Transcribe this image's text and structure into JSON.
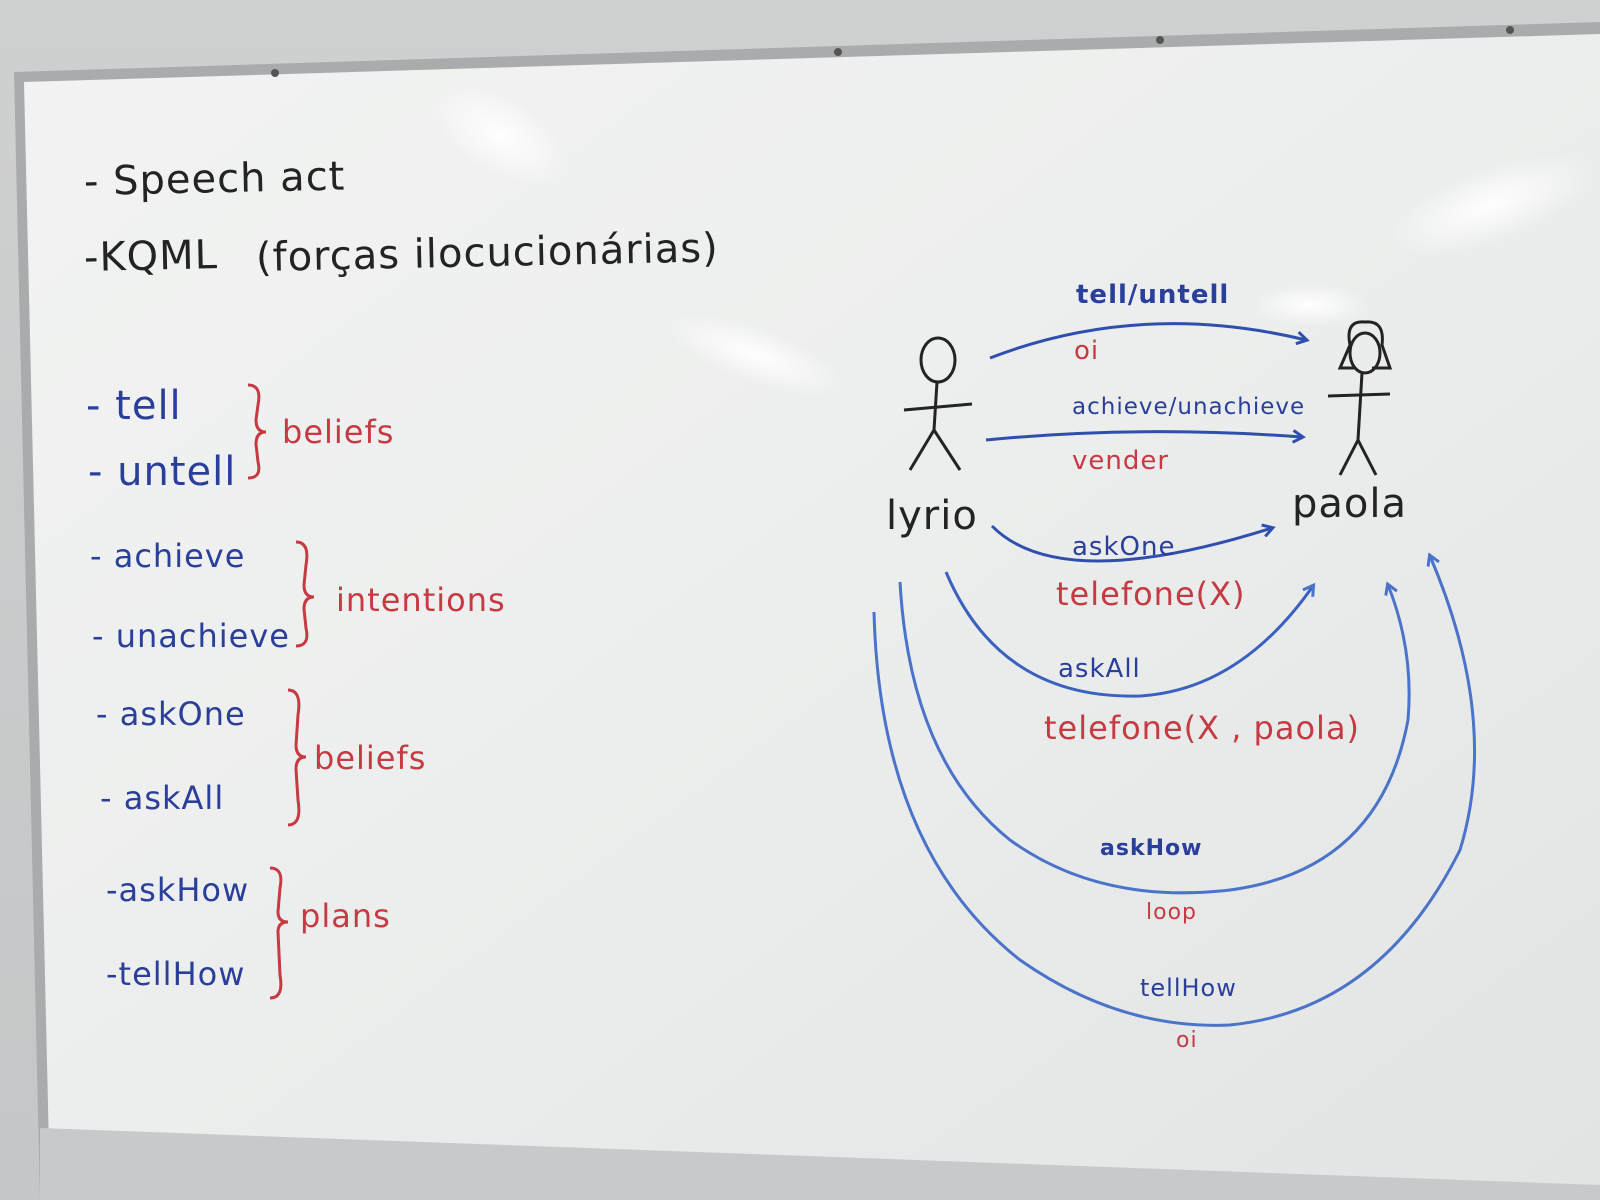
{
  "colors": {
    "black_marker": "#232326",
    "blue_marker": "#2a3f9a",
    "red_marker": "#c53a43",
    "board": "#eef0ef",
    "frame": "#a9abad"
  },
  "header": {
    "speech_act": "- Speech act",
    "kqml": "-KQML",
    "kqml_note": "(forças ilocucionárias)"
  },
  "groups": [
    {
      "items": [
        "- tell",
        "- untell"
      ],
      "label": "beliefs"
    },
    {
      "items": [
        "- achieve",
        "- unachieve"
      ],
      "label": "intentions"
    },
    {
      "items": [
        "- askOne",
        "- askAll"
      ],
      "label": "beliefs"
    },
    {
      "items": [
        "-askHow",
        "-tellHow"
      ],
      "label": "plans"
    }
  ],
  "diagram": {
    "agent_left": "lyrio",
    "agent_right": "paola",
    "messages": [
      {
        "performative": "tell/untell",
        "content": "oi"
      },
      {
        "performative": "achieve/unachieve",
        "content": "vender"
      },
      {
        "performative": "askOne",
        "content": "telefone(X)"
      },
      {
        "performative": "askAll",
        "content": "telefone(X , paola)"
      },
      {
        "performative": "askHow",
        "content": "loop"
      },
      {
        "performative": "tellHow",
        "content": "oi"
      }
    ]
  }
}
